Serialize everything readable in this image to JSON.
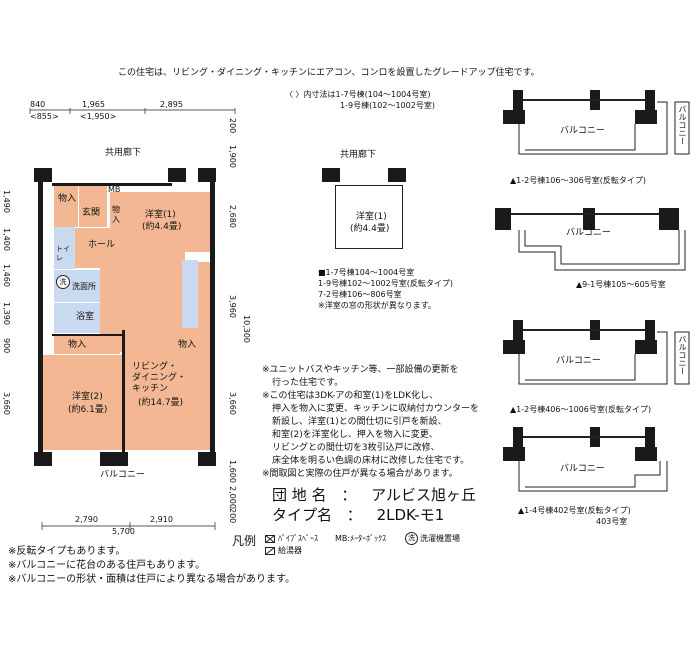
{
  "header": "この住宅は、リビング・ダイニング・キッチンにエアコン、コンロを設置したグレードアップ住宅です。",
  "dims_top": {
    "d1": "840",
    "d2": "1,965",
    "d3": "2,895",
    "d1b": "<855>",
    "d2b": "<1,950>"
  },
  "dims_bottom": {
    "d1": "2,790",
    "d2": "2,910",
    "total": "5,700"
  },
  "dims_left": [
    "1,490",
    "1,400",
    "1,460",
    "1,390",
    "900",
    "3,660"
  ],
  "dims_right": [
    "200",
    "1,900",
    "2,680",
    "3,960",
    "3,660",
    "1,600",
    "2,000",
    "200"
  ],
  "dims_right_total": "10,300",
  "corridor_label": "共用廊下",
  "balcony_label": "バルコニー",
  "rooms": {
    "storage1": "物入",
    "entrance": "玄関",
    "mb": "MB",
    "storage2": "物入",
    "western1": "洋室(1)",
    "western1_size": "(約4.4畳)",
    "toilet": "トイレ",
    "hall": "ホール",
    "washer": "洗",
    "washroom": "洗面所",
    "bath": "浴室",
    "storage3": "物入",
    "storage4": "物入",
    "western2": "洋室(2)",
    "western2_size": "(約6.1畳)",
    "ldk": "リビング・\nダイニング・\nキッチン",
    "ldk_size": "(約14.7畳)"
  },
  "inset": {
    "note_title": "〈 〉内寸法は1-7号棟(104～1004号室)",
    "note_sub": "1-9号棟(102～1002号室)",
    "corridor": "共用廊下",
    "room": "洋室(1)",
    "room_size": "(約4.4畳)",
    "units": [
      "■1-7号棟104～1004号室",
      "1-9号棟102～1002号室(反転タイプ)",
      "7-2号棟106～806号室",
      "※洋室の窓の形状が異なります。"
    ]
  },
  "notes": [
    "※ユニットバスやキッチン等、一部設備の更新を",
    "行った住宅です。",
    "※この住宅は3DK-アの和室(1)をLDK化し、",
    "押入を物入に変更、キッチンに収納付カウンターを",
    "新設し、洋室(1)との間仕切に引戸を新設、",
    "和室(2)を洋室化し、押入を物入に変更、",
    "リビングとの間仕切を3枚引込戸に改修、",
    "床全体を明るい色調の床材に改修した住宅です。",
    "※間取図と実際の住戸が異なる場合があります。"
  ],
  "info": {
    "name_label": "団 地 名",
    "name_value": "アルビス旭ヶ丘",
    "type_label": "タイプ名",
    "type_value": "2LDK-モ1",
    "colon": "："
  },
  "legend": {
    "title": "凡例",
    "pipe": "ﾊﾟｲﾌﾟｽﾍﾟｰｽ",
    "mb": "MB:ﾒｰﾀｰﾎﾞｯｸｽ",
    "washer_mark": "洗",
    "washer": "洗濯機置場",
    "water_heater": "給湯器"
  },
  "footnotes": [
    "※反転タイプもあります。",
    "※バルコニーに花台のある住戸もあります。",
    "※バルコニーの形状・面積は住戸により異なる場合があります。"
  ],
  "variants": [
    {
      "balcony": "バルコニー",
      "side": "バルコニー",
      "caption": "▲1-2号棟106～306号室(反転タイプ)"
    },
    {
      "balcony": "バルコニー",
      "caption": "▲9-1号棟105～605号室"
    },
    {
      "balcony": "バルコニー",
      "side": "バルコニー",
      "caption": "▲1-2号棟406～1006号室(反転タイプ)"
    },
    {
      "balcony": "バルコニー",
      "caption": "▲1-4号棟402号室(反転タイプ)",
      "caption2": "403号室"
    }
  ]
}
